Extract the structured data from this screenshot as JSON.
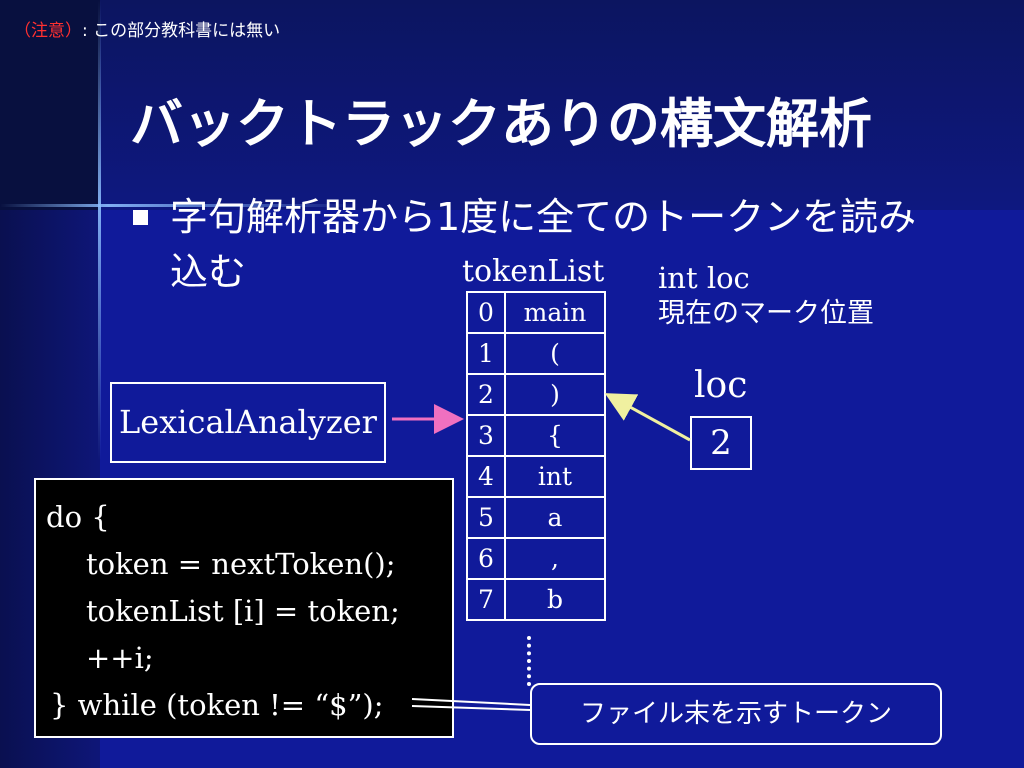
{
  "note": {
    "prefix": "（注意）",
    "text": ": この部分教科書には無い"
  },
  "title": "バックトラックありの構文解析",
  "bullet": "字句解析器から1度に全てのトークンを読み込む",
  "token_list": {
    "label": "tokenList",
    "rows": [
      {
        "index": "0",
        "value": "main"
      },
      {
        "index": "1",
        "value": "("
      },
      {
        "index": "2",
        "value": ")"
      },
      {
        "index": "3",
        "value": "{"
      },
      {
        "index": "4",
        "value": "int"
      },
      {
        "index": "5",
        "value": "a"
      },
      {
        "index": "6",
        "value": ","
      },
      {
        "index": "7",
        "value": "b"
      }
    ]
  },
  "intloc": {
    "line1": "int loc",
    "line2": "現在のマーク位置"
  },
  "loc": {
    "label": "loc",
    "value": "2"
  },
  "lexer": "LexicalAnalyzer",
  "code": {
    "line1": "do {",
    "line2": "token = nextToken();",
    "line3": "tokenList [i] = token;",
    "line4": "++i;",
    "line5": "} while (token != “$”);"
  },
  "callout": "ファイル末を示すトークン",
  "colors": {
    "background": "#101a9a",
    "note_red": "#ff3030",
    "pink_arrow": "#f070c0",
    "yellow_arrow": "#f0f0a0"
  }
}
